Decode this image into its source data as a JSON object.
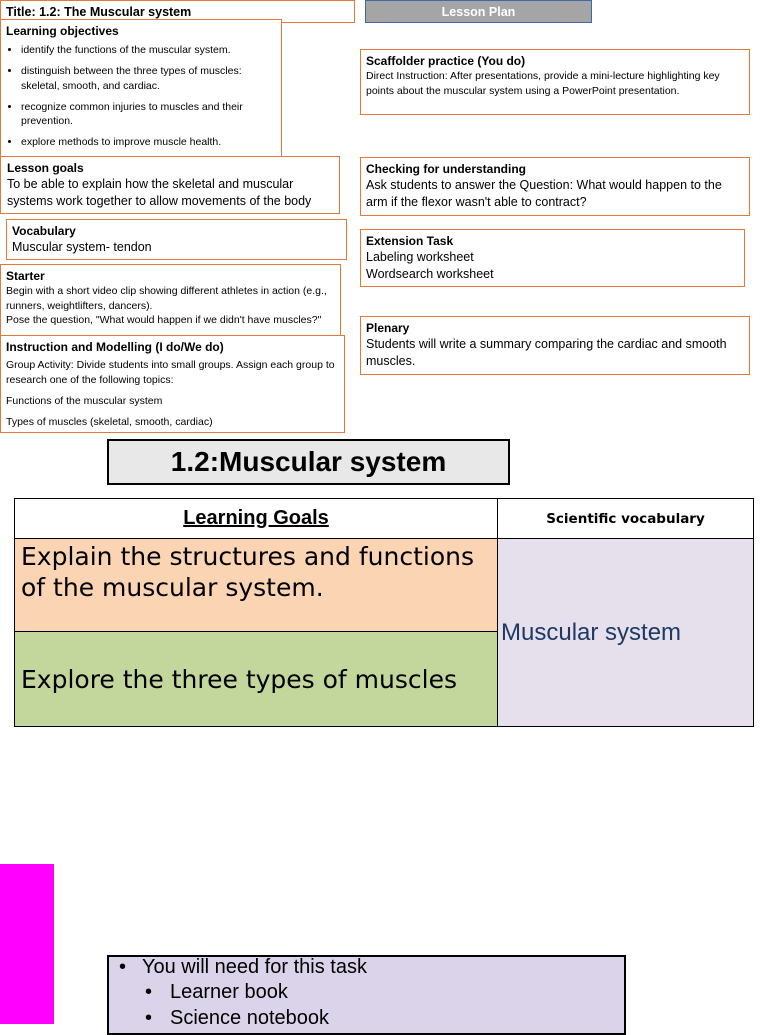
{
  "title": "Title: 1.2: The Muscular system",
  "lesson_plan_button": "Lesson Plan",
  "objectives": {
    "heading": "Learning objectives",
    "items": [
      "identify the functions of the muscular system.",
      "distinguish between the three types of muscles: skeletal, smooth, and cardiac.",
      "recognize common injuries to muscles and their prevention.",
      "explore methods to improve muscle health."
    ]
  },
  "lesson_goals": {
    "heading": "Lesson goals",
    "text": "To be able to explain how the skeletal and muscular systems work together to allow movements of the body"
  },
  "vocabulary": {
    "heading": "Vocabulary",
    "text": "Muscular system- tendon"
  },
  "starter": {
    "heading": "Starter",
    "line1": "Begin with a short video clip showing different athletes in action (e.g., runners, weightlifters, dancers).",
    "line2": "Pose the question, \"What would happen if we didn't have muscles?\""
  },
  "instruction": {
    "heading": "Instruction and Modelling (I do/We do)",
    "paragraphs": [
      "Group Activity: Divide students into small groups. Assign each group to research one of the following topics:",
      "Functions of the muscular system",
      "Types of muscles (skeletal, smooth, cardiac)"
    ]
  },
  "scaffolder": {
    "heading": "Scaffolder practice (You do)",
    "text": "Direct Instruction: After presentations, provide a mini-lecture highlighting key points about the muscular system using a PowerPoint presentation."
  },
  "checking": {
    "heading": "Checking for understanding",
    "text": "Ask students to answer the Question: What would happen to the arm if the flexor wasn't able to contract?"
  },
  "extension": {
    "heading": "Extension Task",
    "line1": "Labeling worksheet",
    "line2": "Wordsearch worksheet"
  },
  "plenary": {
    "heading": "Plenary",
    "text": "Students will write a summary comparing the cardiac and smooth muscles."
  },
  "slide_title": "1.2:Muscular system",
  "goals_table": {
    "learning_goals_header": "Learning Goals",
    "vocab_header": "Scientific vocabulary",
    "goal1": "Explain the structures and functions of the muscular system.",
    "goal2": "Explore the three types of muscles",
    "vocab_term": "Muscular system"
  },
  "materials": {
    "heading": "You will need for this task",
    "items": [
      "Learner book",
      "Science notebook"
    ]
  },
  "colors": {
    "box_border": "#e07b39",
    "goal1_bg": "#fbd4b4",
    "goal2_bg": "#c3d69b",
    "vocab_bg": "#e5e0ec",
    "magenta": "#ff00ff",
    "materials_bg": "#dbd3ea"
  }
}
